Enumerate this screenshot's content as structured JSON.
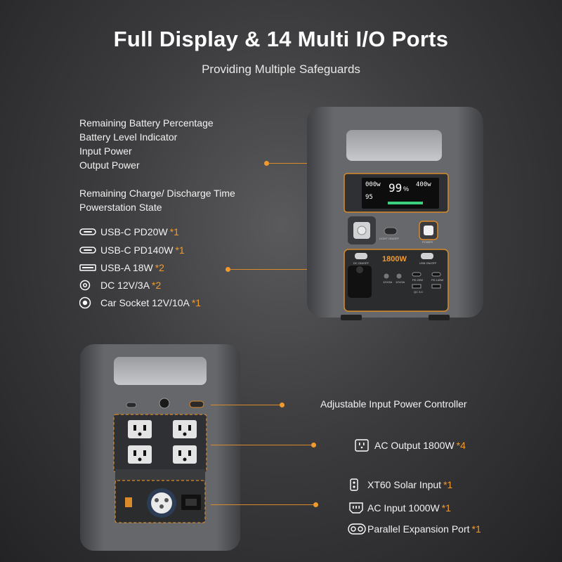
{
  "header": {
    "title": "Full Display & 14 Multi I/O Ports",
    "subtitle": "Providing Multiple Safeguards"
  },
  "display_features": {
    "group1": [
      "Remaining Battery Percentage",
      "Battery Level Indicator",
      "Input Power",
      "Output Power"
    ],
    "group2": [
      "Remaining Charge/ Discharge Time",
      "Powerstation State"
    ]
  },
  "front_ports": [
    {
      "label": "USB-C PD20W",
      "note": "*1",
      "icon": "usb-c-icon"
    },
    {
      "label": "USB-C PD140W",
      "note": "*1",
      "icon": "usb-c-icon"
    },
    {
      "label": "USB-A 18W",
      "note": "*2",
      "icon": "usb-a-icon"
    },
    {
      "label": "DC 12V/3A",
      "note": "*2",
      "icon": "dc-port-icon"
    },
    {
      "label": "Car Socket 12V/10A",
      "note": "*1",
      "icon": "car-socket-icon"
    }
  ],
  "rear_ports": [
    {
      "label": "Adjustable Input Power Controller",
      "note": "",
      "icon": ""
    },
    {
      "label": "AC Output 1800W",
      "note": "*4",
      "icon": "ac-outlet-icon"
    },
    {
      "label": "XT60 Solar Input",
      "note": "*1",
      "icon": "xt60-icon"
    },
    {
      "label": "AC Input 1000W",
      "note": "*1",
      "icon": "ac-input-icon"
    },
    {
      "label": "Parallel Expansion Port",
      "note": "*1",
      "icon": "parallel-port-icon"
    }
  ],
  "device_front": {
    "screen": {
      "input": "000w",
      "percent": "99",
      "percent_sign": "%",
      "output": "400w",
      "time": "95"
    },
    "power_label": "1800W",
    "buttons": {
      "light": "LIGHT ON/OFF",
      "power": "POWER",
      "dc": "DC ON/OFF",
      "usb": "USB ON/OFF"
    },
    "port_labels": {
      "pd20": "PD 20W",
      "pd140": "PD 140W",
      "dc1": "12V/3A",
      "dc2": "12V/3A",
      "usba": "QC 3.0"
    }
  },
  "colors": {
    "accent": "#f29a2e",
    "body": "#5b5d60",
    "panel": "#2b2c2e"
  }
}
